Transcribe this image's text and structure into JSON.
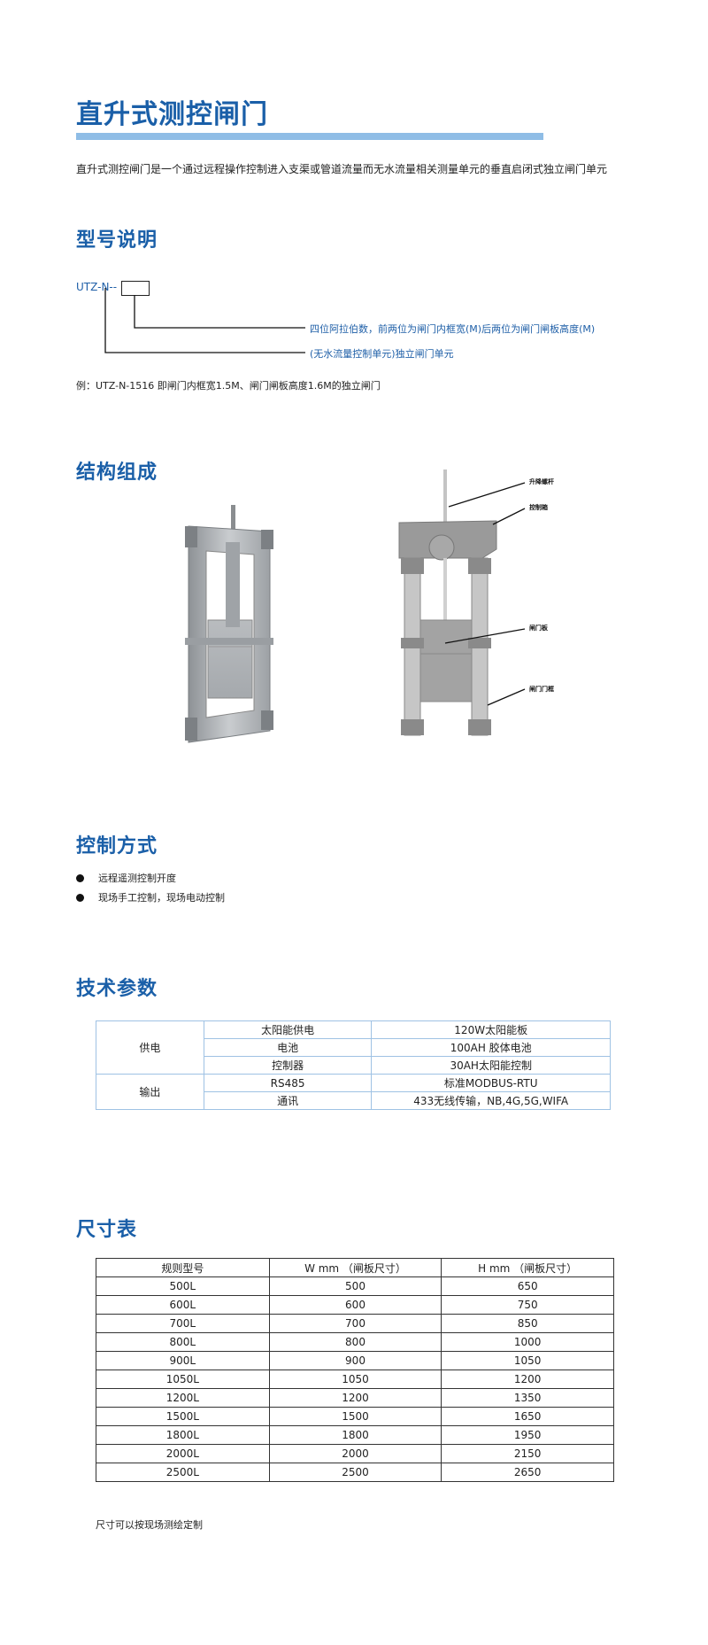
{
  "header": {
    "title": "直升式测控闸门",
    "intro": "直升式测控闸门是一个通过远程操作控制进入支渠或管道流量而无水流量相关测量单元的垂直启闭式独立闸门单元"
  },
  "model": {
    "heading": "型号说明",
    "code": "UTZ-N--",
    "note1": "四位阿拉伯数，前两位为闸门内框宽(M)后两位为闸门闸板高度(M)",
    "note2": "(无水流量控制单元)独立闸门单元",
    "example": "例：UTZ-N-1516  即闸门内框宽1.5M、闸门闸板高度1.6M的独立闸门"
  },
  "structure": {
    "heading": "结构组成",
    "labels": [
      "升降螺杆",
      "控制箱",
      "闸门板",
      "闸门门框"
    ]
  },
  "control": {
    "heading": "控制方式",
    "items": [
      "远程遥测控制开度",
      "现场手工控制，现场电动控制"
    ]
  },
  "tech": {
    "heading": "技术参数",
    "group_power": "供电",
    "group_output": "输出",
    "rows": [
      {
        "item": "太阳能供电",
        "value": "120W太阳能板"
      },
      {
        "item": "电池",
        "value": "100AH 胶体电池"
      },
      {
        "item": "控制器",
        "value": "30AH太阳能控制"
      },
      {
        "item": "RS485",
        "value": "标准MODBUS-RTU"
      },
      {
        "item": "通讯",
        "value": "433无线传输，NB,4G,5G,WIFA"
      }
    ]
  },
  "size_table": {
    "heading": "尺寸表",
    "headers": [
      "规则型号",
      "W mm （闸板尺寸）",
      "H  mm （闸板尺寸）"
    ],
    "rows": [
      [
        "500L",
        "500",
        "650"
      ],
      [
        "600L",
        "600",
        "750"
      ],
      [
        "700L",
        "700",
        "850"
      ],
      [
        "800L",
        "800",
        "1000"
      ],
      [
        "900L",
        "900",
        "1050"
      ],
      [
        "1050L",
        "1050",
        "1200"
      ],
      [
        "1200L",
        "1200",
        "1350"
      ],
      [
        "1500L",
        "1500",
        "1650"
      ],
      [
        "1800L",
        "1800",
        "1950"
      ],
      [
        "2000L",
        "2000",
        "2150"
      ],
      [
        "2500L",
        "2500",
        "2650"
      ]
    ],
    "footnote": "尺寸可以按现场测绘定制"
  }
}
